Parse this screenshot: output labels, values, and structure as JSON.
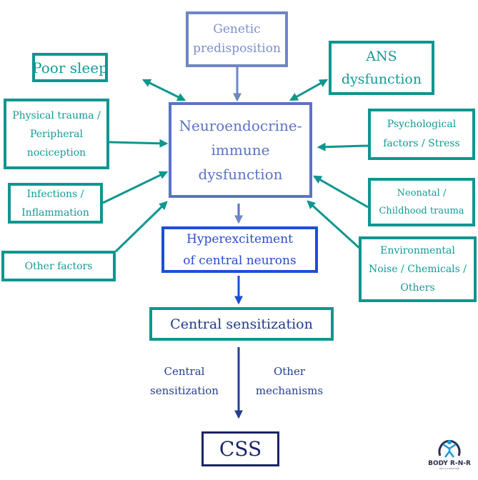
{
  "colors": {
    "teal": "#0e9690",
    "center": "#5b73c4",
    "genetic": "#6f86c6",
    "hyper": "#1a4fd6",
    "central": "#1e3a8a",
    "css": "#1a2466"
  },
  "nodes": {
    "genetic": [
      "Genetic",
      "predisposition"
    ],
    "poor_sleep": [
      "Poor sleep"
    ],
    "ans": [
      "ANS",
      "dysfunction"
    ],
    "physical": [
      "Physical trauma /",
      "Peripheral",
      "nociception"
    ],
    "center": [
      "Neuroendocrine-",
      "immune",
      "dysfunction"
    ],
    "psych": [
      "Psychological",
      "factors / Stress"
    ],
    "infections": [
      "Infections /",
      "Inflammation"
    ],
    "neonatal": [
      "Neonatal /",
      "Childhood trauma"
    ],
    "other": [
      "Other factors"
    ],
    "hyper": [
      "Hyperexcitement",
      "of central neurons"
    ],
    "environmental": [
      "Environmental",
      "Noise / Chemicals /",
      "Others"
    ],
    "central_sens": [
      "Central sensitization"
    ],
    "css": [
      "CSS"
    ]
  },
  "labels": {
    "left": [
      "Central",
      "sensitization"
    ],
    "right": [
      "Other",
      "mechanisms"
    ]
  },
  "logo": {
    "name": "BODY R-N-R",
    "tagline": "RELAX & RESTORE"
  }
}
